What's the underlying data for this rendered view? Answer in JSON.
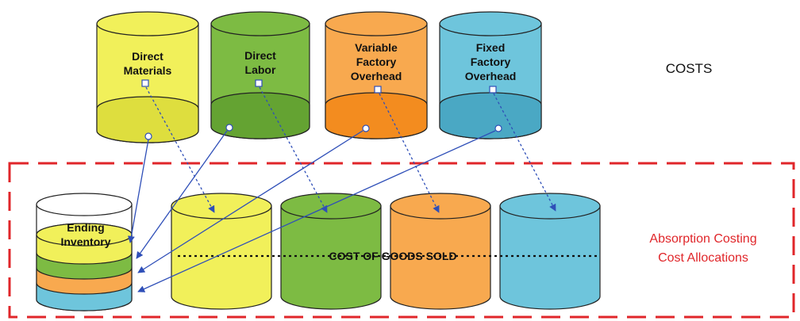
{
  "costs_label": "COSTS",
  "cogs_label": "COST OF GOODS SOLD",
  "allocation_label": {
    "line1": "Absorption Costing",
    "line2": "Cost Allocations"
  },
  "cost_sources": [
    {
      "id": "direct-materials",
      "lines": [
        "Direct",
        "Materials"
      ],
      "color": "#f1f05a"
    },
    {
      "id": "direct-labor",
      "lines": [
        "Direct",
        "Labor"
      ],
      "color": "#7dbb43"
    },
    {
      "id": "variable-factory-overhead",
      "lines": [
        "Variable",
        "Factory",
        "Overhead"
      ],
      "color": "#f8a94f"
    },
    {
      "id": "fixed-factory-overhead",
      "lines": [
        "Fixed",
        "Factory",
        "Overhead"
      ],
      "color": "#6ec5dc"
    }
  ],
  "ending_inventory": {
    "lines": [
      "Ending",
      "Inventory"
    ],
    "layers": [
      "#f1f05a",
      "#7dbb43",
      "#f8a94f",
      "#6ec5dc"
    ]
  },
  "colors": {
    "boundary": "#e0262a",
    "arrow": "#2f4fb8",
    "allocation_text": "#e0262a",
    "outline": "#222222"
  }
}
